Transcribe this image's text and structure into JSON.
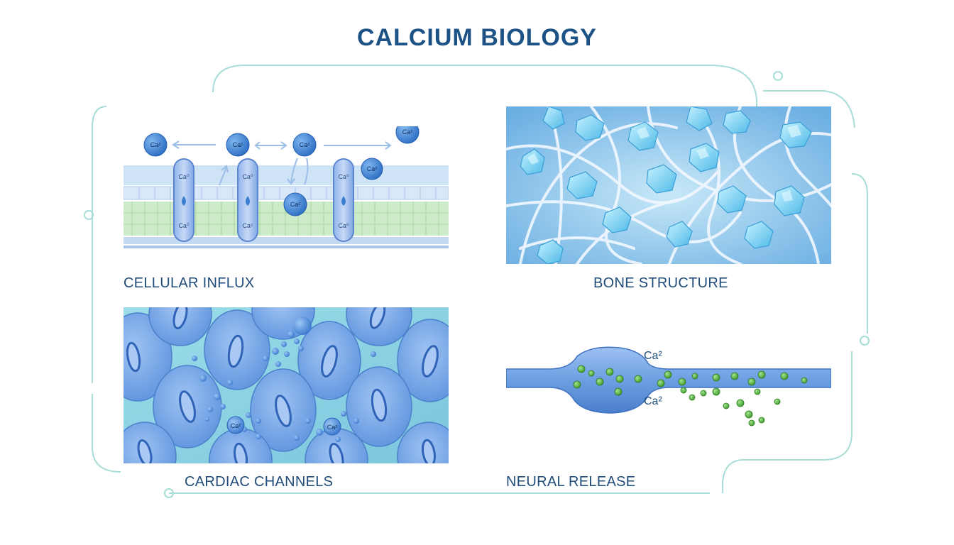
{
  "title": "CALCIUM BIOLOGY",
  "panels": {
    "influx": {
      "caption": "CELLULAR INFLUX"
    },
    "bone": {
      "caption": "BONE STRUCTURE"
    },
    "cardiac": {
      "caption": "CARDIAC CHANNELS"
    },
    "neural": {
      "caption": "NEURAL RELEASE"
    }
  },
  "labels": {
    "ion_ca2": "Ca²",
    "ion_ca0": "Ca⁰",
    "ion_ca5": "Ca⁵",
    "neural_ca_top": "Ca²",
    "neural_ca_bottom": "Ca²"
  },
  "colors": {
    "title": "#1d5286",
    "caption": "#1f4c7a",
    "frame": "#a8ddd8",
    "ion_blue": "#3f86d6",
    "membrane_green": "#bfe6bf",
    "bone_bg": "#7fb9e6",
    "cardiac_bg": "#8fd2e2",
    "axon_blue": "#6a9ee0",
    "vesicle_green": "#4caf3a"
  }
}
